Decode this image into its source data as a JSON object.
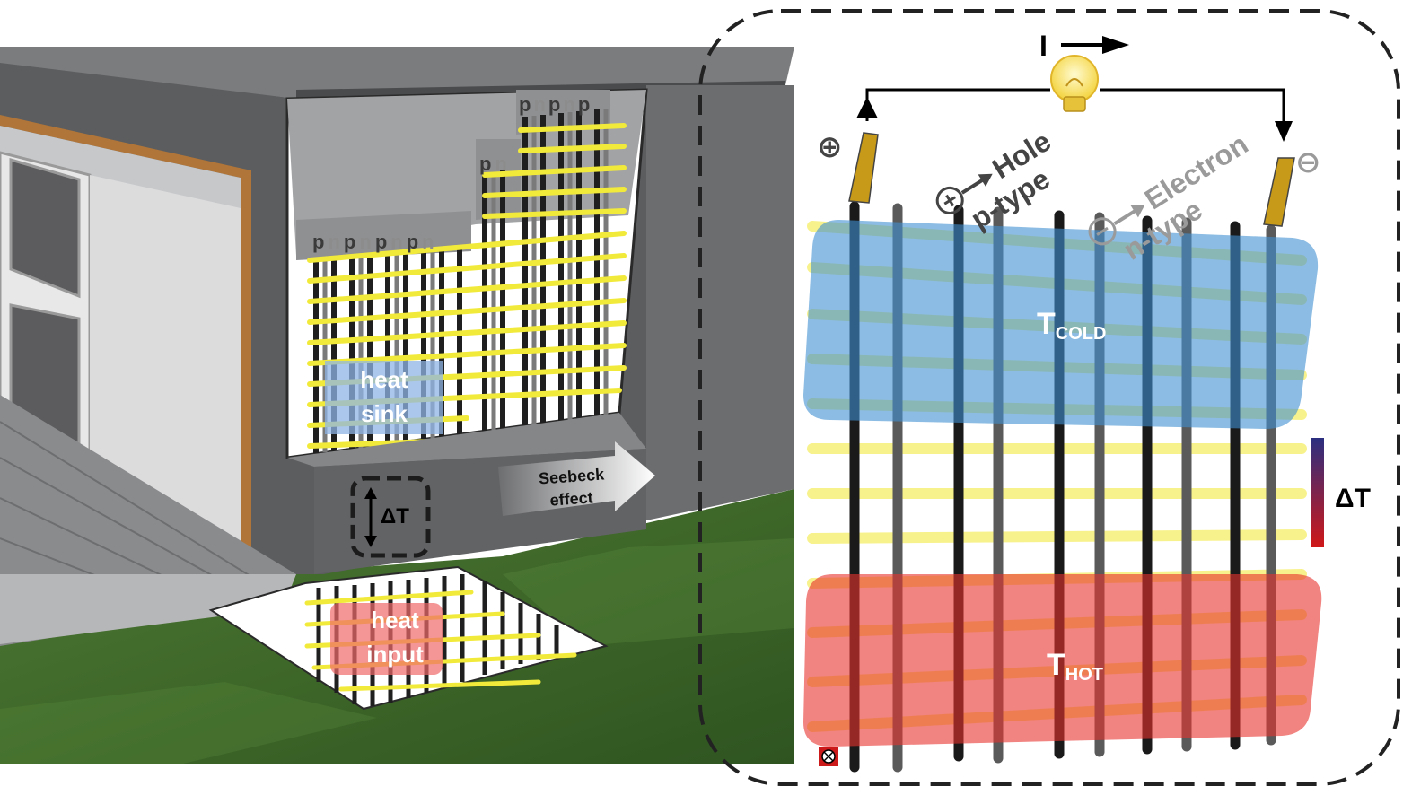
{
  "left_scene": {
    "pn_labels_top": [
      "p",
      "n",
      "p",
      "n",
      "p"
    ],
    "pn_labels_mid": [
      "p",
      "n"
    ],
    "pn_labels_low": [
      "p",
      "n",
      "p",
      "n",
      "p",
      "n",
      "p",
      "n"
    ],
    "heat_sink_label": [
      "heat",
      "sink"
    ],
    "heat_input_label": [
      "heat",
      "input"
    ],
    "delta_t_label": "ΔT",
    "seebeck_label": [
      "Seebeck",
      "effect"
    ]
  },
  "circuit": {
    "current_label": "I",
    "plus_symbol": "⊕",
    "minus_symbol": "⊖",
    "hole_label": "Hole",
    "ptype_label": "p-type",
    "electron_label": "Electron",
    "ntype_label": "n-type",
    "cold_label_main": "T",
    "cold_label_sub": "COLD",
    "hot_label_main": "T",
    "hot_label_sub": "HOT",
    "delta_t_label": "ΔT"
  },
  "colors": {
    "wall_gray": "#5f6062",
    "yellow_bar": "#f2ea3a",
    "dark_bar": "#2b2b2b",
    "cold_blue": "#3f8fd0",
    "hot_red": "#e8302c",
    "grass": "#3f6a2a"
  }
}
